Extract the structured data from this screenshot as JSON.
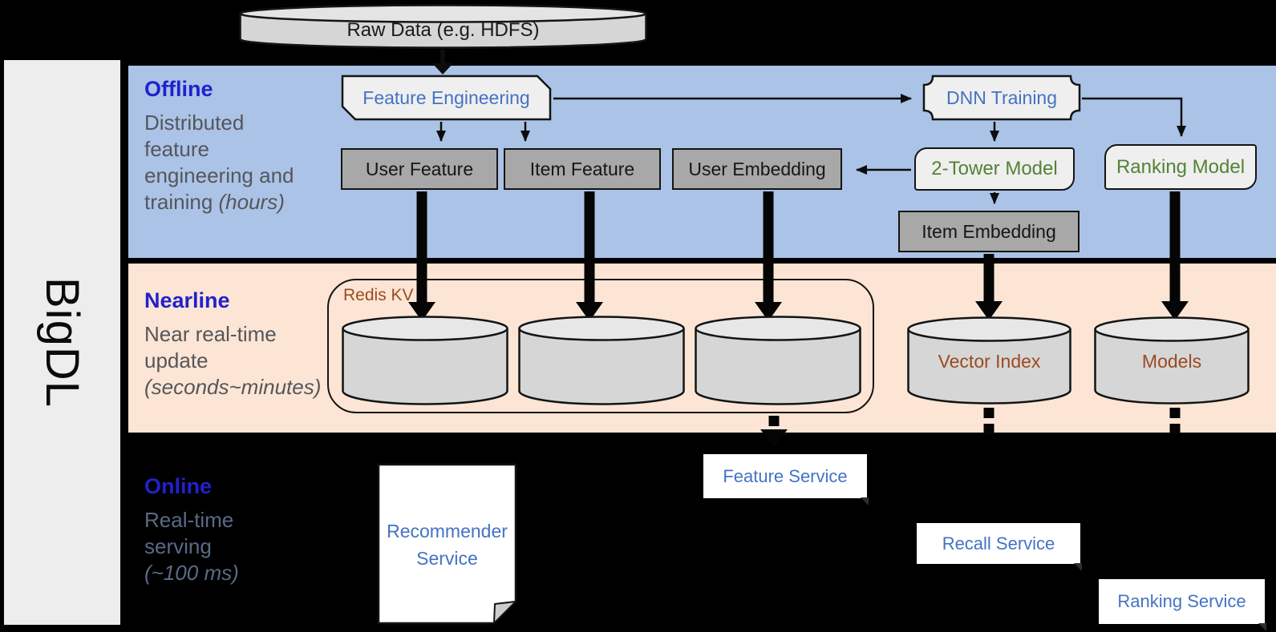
{
  "colors": {
    "background": "#000000",
    "band_offline": "#abc3e6",
    "band_nearline": "#fce5d4",
    "sidebar_fill": "#ededed",
    "heading_blue": "#2121cd",
    "node_blue_text": "#4472c4",
    "node_green_text": "#548235",
    "node_brown_text": "#9a4b20",
    "gray_node_fill": "#a8a8a8",
    "light_node_fill": "#efefef"
  },
  "sidebar": {
    "brand": "BigDL"
  },
  "source": {
    "raw_data": "Raw Data (e.g. HDFS)"
  },
  "offline": {
    "heading": "Offline",
    "subtitle_line1": "Distributed",
    "subtitle_line2": "feature",
    "subtitle_line3": "engineering and",
    "subtitle_line4": "training ",
    "subtitle_line4_italic": "(hours)",
    "feature_engineering": "Feature Engineering",
    "dnn_training": "DNN Training",
    "user_feature": "User Feature",
    "item_feature": "Item Feature",
    "user_embedding": "User Embedding",
    "two_tower_model": "2-Tower Model",
    "ranking_model": "Ranking Model",
    "item_embedding": "Item Embedding"
  },
  "nearline": {
    "heading": "Nearline",
    "subtitle_line1": "Near real-time",
    "subtitle_line2": "update",
    "subtitle_italic": "(seconds~minutes)",
    "redis_kv": "Redis KV",
    "vector_index": "Vector Index",
    "models": "Models"
  },
  "online": {
    "heading": "Online",
    "subtitle_line1": "Real-time",
    "subtitle_line2": "serving",
    "subtitle_italic": "(~100 ms)",
    "recommender_service_line1": "Recommender",
    "recommender_service_line2": "Service",
    "feature_service": "Feature Service",
    "recall_service": "Recall Service",
    "ranking_service": "Ranking Service"
  }
}
